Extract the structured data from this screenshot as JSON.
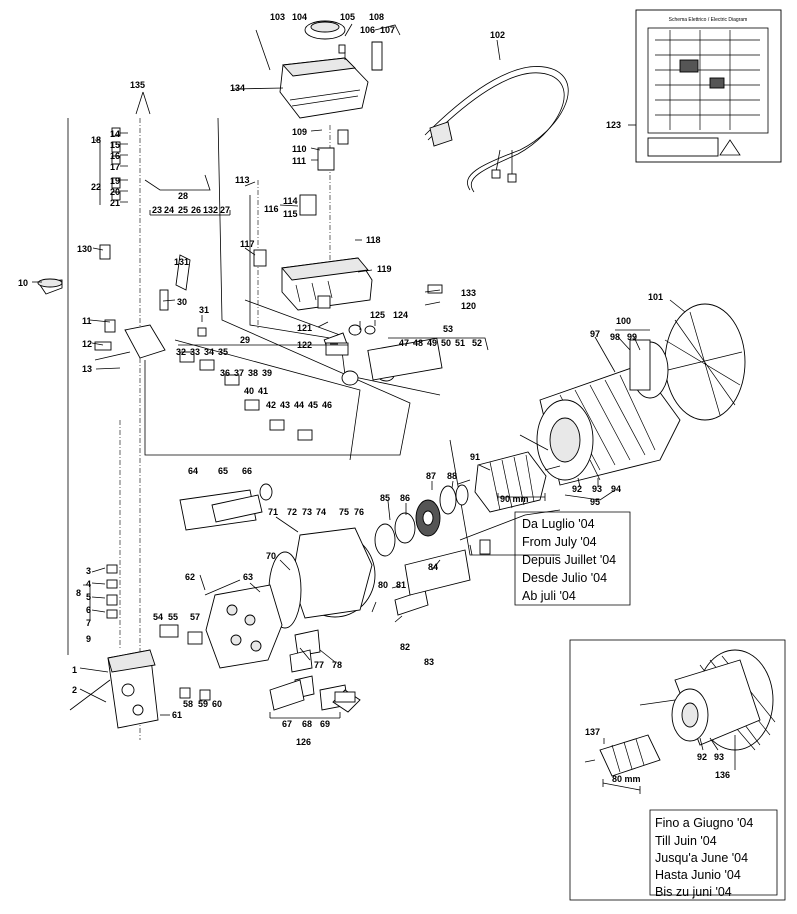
{
  "colors": {
    "ink": "#000000",
    "paper": "#ffffff",
    "shade": "#e8e8e8",
    "dark": "#555555"
  },
  "callouts": {
    "n1": "1",
    "n2": "2",
    "n3": "3",
    "n4": "4",
    "n5": "5",
    "n6": "6",
    "n7": "7",
    "n8": "8",
    "n9": "9",
    "n10": "10",
    "n11": "11",
    "n12": "12",
    "n13": "13",
    "n14": "14",
    "n15": "15",
    "n16": "16",
    "n17": "17",
    "n18": "18",
    "n19": "19",
    "n20": "20",
    "n21": "21",
    "n22": "22",
    "n23": "23",
    "n24": "24",
    "n25": "25",
    "n26": "26",
    "n27": "27",
    "n28": "28",
    "n29": "29",
    "n30": "30",
    "n31": "31",
    "n32": "32",
    "n33": "33",
    "n34": "34",
    "n35": "35",
    "n36": "36",
    "n37": "37",
    "n38": "38",
    "n39": "39",
    "n40": "40",
    "n41": "41",
    "n42": "42",
    "n43": "43",
    "n44": "44",
    "n45": "45",
    "n46": "46",
    "n47": "47",
    "n48": "48",
    "n49": "49",
    "n50": "50",
    "n51": "51",
    "n52": "52",
    "n53": "53",
    "n54": "54",
    "n55": "55",
    "n57": "57",
    "n58": "58",
    "n59": "59",
    "n60": "60",
    "n61": "61",
    "n62": "62",
    "n63": "63",
    "n64": "64",
    "n65": "65",
    "n66": "66",
    "n67": "67",
    "n68": "68",
    "n69": "69",
    "n70": "70",
    "n71": "71",
    "n72": "72",
    "n73": "73",
    "n74": "74",
    "n75": "75",
    "n76": "76",
    "n77": "77",
    "n78": "78",
    "n80": "80",
    "n81": "81",
    "n82": "82",
    "n83": "83",
    "n84": "84",
    "n85": "85",
    "n86": "86",
    "n87": "87",
    "n88": "88",
    "n91": "91",
    "n92": "92",
    "n93": "93",
    "n94": "94",
    "n95": "95",
    "n97": "97",
    "n98": "98",
    "n99": "99",
    "n100": "100",
    "n101": "101",
    "n102": "102",
    "n103": "103",
    "n104": "104",
    "n105": "105",
    "n106": "106",
    "n107": "107",
    "n108": "108",
    "n109": "109",
    "n110": "110",
    "n111": "111",
    "n113": "113",
    "n114": "114",
    "n115": "115",
    "n116": "116",
    "n117": "117",
    "n118": "118",
    "n119": "119",
    "n120": "120",
    "n121": "121",
    "n122": "122",
    "n123": "123",
    "n124": "124",
    "n125": "125",
    "n126": "126",
    "n130": "130",
    "n131": "131",
    "n132": "132",
    "n133": "133",
    "n134": "134",
    "n135": "135",
    "n136": "136",
    "n137": "137",
    "n92b": "92",
    "n93b": "93"
  },
  "dimensions": {
    "main": "90 mm",
    "inset": "80 mm"
  },
  "notes": {
    "from": [
      "Da Luglio '04",
      "From July '04",
      "Depuis Juillet '04",
      "Desde Julio '04",
      "Ab juli '04"
    ],
    "until": [
      "Fino a Giugno '04",
      "Till Juin '04",
      "Jusqu'a June '04",
      "Hasta Junio '04",
      "Bis zu juni '04"
    ]
  },
  "wiring_diagram": {
    "title": "Schema Elettrico / Electric Diagram"
  }
}
